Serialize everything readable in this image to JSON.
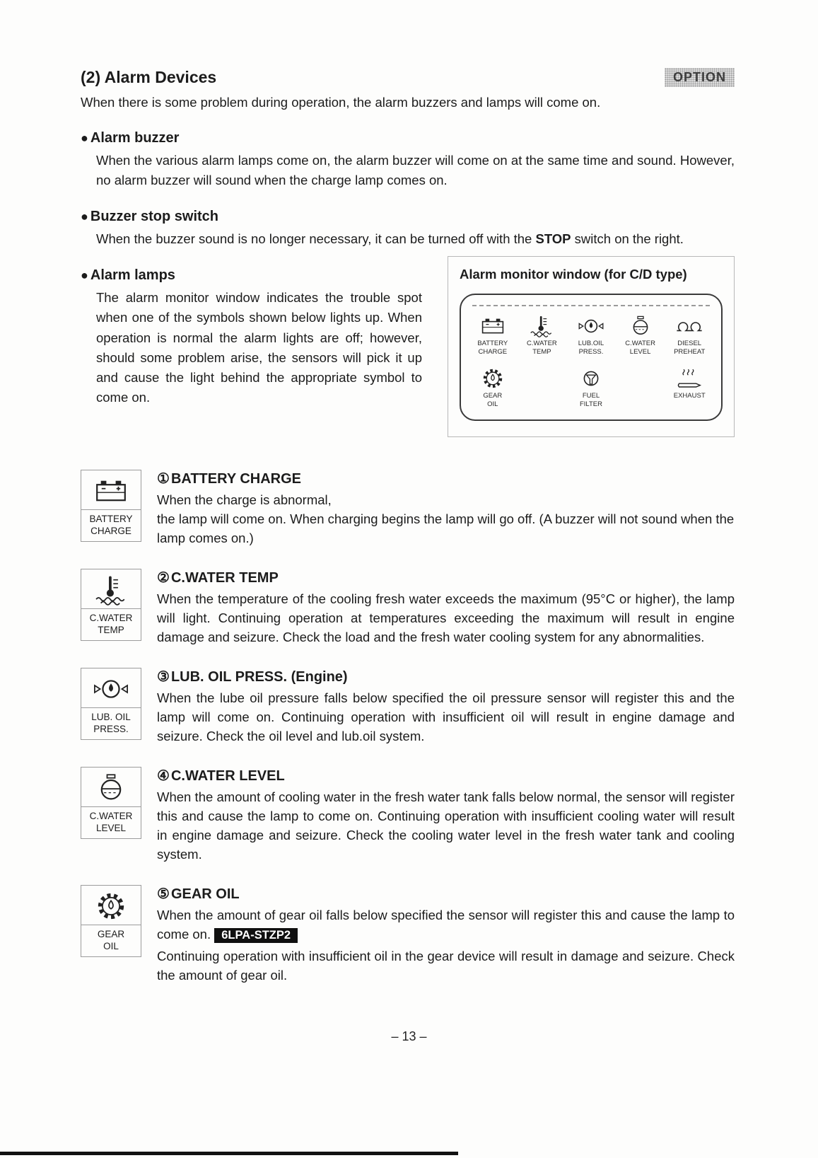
{
  "page": {
    "heading": "(2) Alarm Devices",
    "option_badge": "OPTION",
    "intro": "When there is some problem during operation, the alarm buzzers and lamps will come on.",
    "footer": "– 13 –"
  },
  "sections": {
    "alarm_buzzer": {
      "title": "Alarm buzzer",
      "body": "When the various alarm lamps come on, the alarm buzzer will come on at the same time and sound.  However, no alarm buzzer will sound when the charge lamp comes on."
    },
    "buzzer_stop": {
      "title": "Buzzer stop switch",
      "body_pre": "When the buzzer sound is no longer necessary, it can be turned off with the ",
      "body_bold": "STOP",
      "body_post": " switch on the right."
    },
    "alarm_lamps": {
      "title": "Alarm lamps",
      "body": "The alarm monitor window indicates the trouble spot  when one of the symbols shown below lights up.  When operation is normal the alarm lights are off; however, should some problem arise, the sensors will pick it up and cause the light behind the appropriate symbol to come on."
    }
  },
  "monitor": {
    "title": "Alarm monitor window (for C/D type)",
    "row1": [
      "BATTERY\nCHARGE",
      "C.WATER\nTEMP",
      "LUB.OIL\nPRESS.",
      "C.WATER\nLEVEL",
      "DIESEL\nPREHEAT"
    ],
    "row2": [
      "GEAR\nOIL",
      "FUEL\nFILTER",
      "EXHAUST"
    ]
  },
  "items": [
    {
      "num": "①",
      "title": "BATTERY CHARGE",
      "side_label": "BATTERY\nCHARGE",
      "body": "When the charge is abnormal,\nthe lamp will come on.  When charging begins the lamp will go off.  (A buzzer will not sound when the lamp comes on.)"
    },
    {
      "num": "②",
      "title": "C.WATER TEMP",
      "side_label": "C.WATER\nTEMP",
      "body": "When the temperature of the cooling fresh water exceeds the maximum (95°C or higher), the lamp will light.  Continuing operation at temperatures exceeding the maximum will result in engine damage and seizure.  Check the load and the fresh water cooling system for any abnormalities."
    },
    {
      "num": "③",
      "title": "LUB. OIL PRESS. (Engine)",
      "side_label": "LUB. OIL\nPRESS.",
      "body": "When the lube oil pressure falls below specified the oil pressure sensor will register this and the lamp will come on.  Continuing operation with insufficient oil will result in engine damage and seizure.  Check the oil level and lub.oil system."
    },
    {
      "num": "④",
      "title": "C.WATER LEVEL",
      "side_label": "C.WATER\nLEVEL",
      "body": "When the amount of cooling water in the fresh water tank falls below normal, the sensor will register this and cause the lamp to come on.  Continuing operation with insufficient cooling water will result in engine damage and seizure.  Check the cooling water level in the fresh water tank and cooling system."
    },
    {
      "num": "⑤",
      "title": "GEAR OIL",
      "side_label": "GEAR\nOIL",
      "body_pre": "When the amount of gear oil falls below specified the sensor will register this and cause the lamp to come on.  ",
      "badge": "6LPA-STZP2",
      "body_post": "Continuing operation with insufficient oil in the gear device will result in damage and seizure.  Check the amount of gear oil."
    }
  ]
}
